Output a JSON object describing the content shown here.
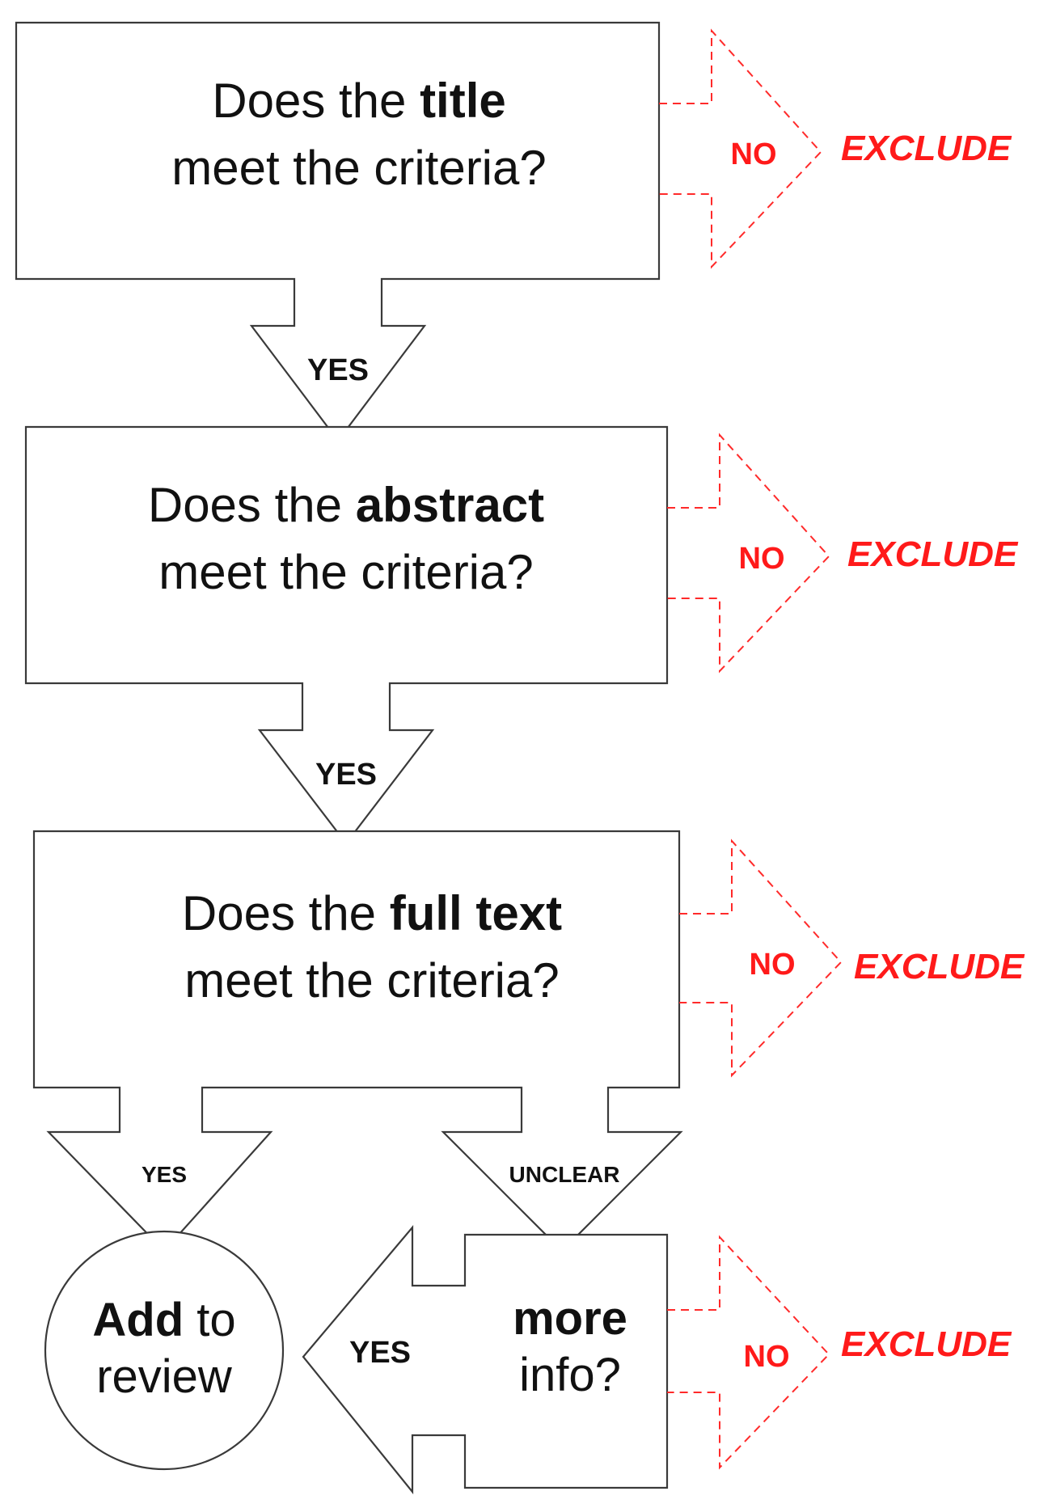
{
  "steps": [
    {
      "line1_prefix": "Does the ",
      "line1_emphasis": "title",
      "line2": "meet the criteria?",
      "no_label": "NO",
      "exclude_label": "EXCLUDE",
      "yes_label": "YES"
    },
    {
      "line1_prefix": "Does the ",
      "line1_emphasis": "abstract",
      "line2": "meet the criteria?",
      "no_label": "NO",
      "exclude_label": "EXCLUDE",
      "yes_label": "YES"
    },
    {
      "line1_prefix": "Does the ",
      "line1_emphasis": "full text",
      "line2": "meet the criteria?",
      "no_label": "NO",
      "exclude_label": "EXCLUDE",
      "yes_label": "YES",
      "unclear_label": "UNCLEAR"
    }
  ],
  "more_info": {
    "line1": "more",
    "line2": "info?",
    "yes_label": "YES",
    "no_label": "NO",
    "exclude_label": "EXCLUDE"
  },
  "add_to_review": {
    "emphasis": "Add",
    "suffix": " to",
    "line2": "review"
  },
  "colors": {
    "outline": "#3a3a3a",
    "text": "#111111",
    "exclude": "#ff1a1a"
  }
}
